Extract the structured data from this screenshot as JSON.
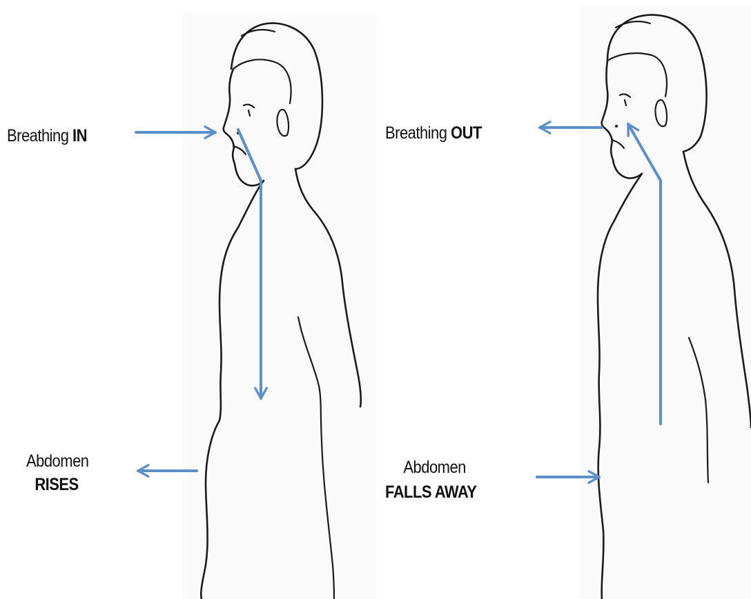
{
  "colors": {
    "arrow": "#5b8fc7",
    "line_art": "#1a1a1a",
    "background": "#ffffff"
  },
  "left_panel": {
    "breathing_prefix": "Breathing ",
    "breathing_emphasis": "IN",
    "abdomen_line1": "Abdomen",
    "abdomen_line2": "RISES"
  },
  "right_panel": {
    "breathing_prefix": "Breathing ",
    "breathing_emphasis": "OUT",
    "abdomen_line1": "Abdomen",
    "abdomen_line2": "FALLS AWAY"
  }
}
